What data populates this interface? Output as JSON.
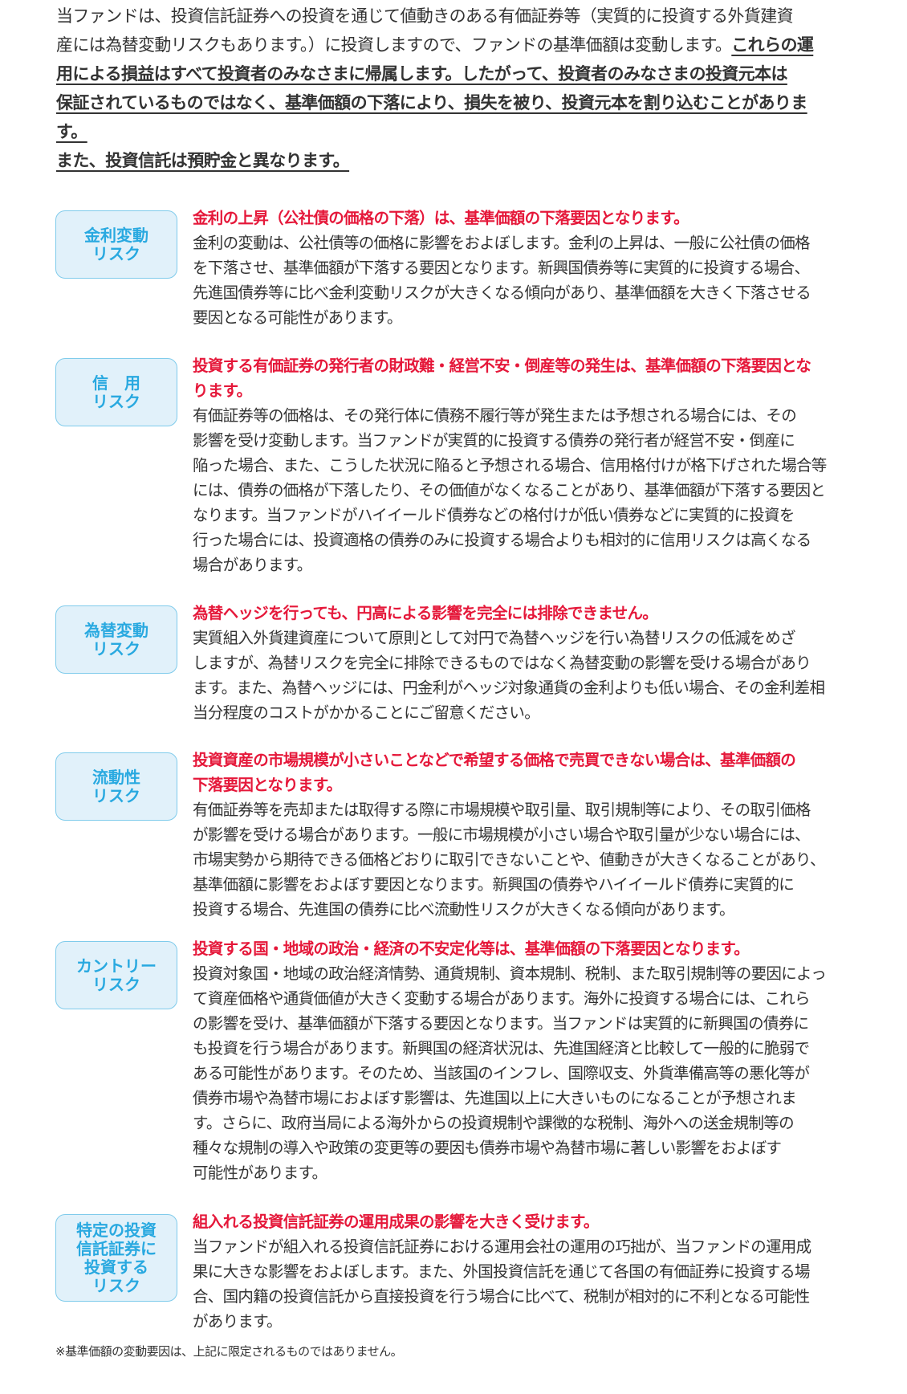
{
  "intro": {
    "lines": [
      [
        {
          "t": "当ファンドは、投資信託証券への投資を通じて値動きのある有価証券等（実質的に投資する外貨建資",
          "u": false
        }
      ],
      [
        {
          "t": "産には為替変動リスクもあります。）に投資しますので、ファンドの基準価額は変動します。",
          "u": false
        },
        {
          "t": "これらの運",
          "u": true
        }
      ],
      [
        {
          "t": "用による損益はすべて投資者のみなさまに帰属します。したがって、投資者のみなさまの投資元本は",
          "u": true
        }
      ],
      [
        {
          "t": "保証されているものではなく、基準価額の下落により、損失を被り、投資元本を割り込むことがありま",
          "u": true
        }
      ],
      [
        {
          "t": "す。",
          "u": true
        }
      ],
      [
        {
          "t": "また、投資信託は預貯金と異なります。",
          "u": true
        }
      ]
    ]
  },
  "risks": [
    {
      "badge": [
        "金利変動",
        "リスク"
      ],
      "title": [
        "金利の上昇（公社債の価格の下落）は、基準価額の下落要因となります。"
      ],
      "body": [
        "金利の変動は、公社債等の価格に影響をおよぼします。金利の上昇は、一般に公社債の価格",
        "を下落させ、基準価額が下落する要因となります。新興国債券等に実質的に投資する場合、",
        "先進国債券等に比べ金利変動リスクが大きくなる傾向があり、基準価額を大きく下落させる",
        "要因となる可能性があります。"
      ]
    },
    {
      "badge": [
        "信　用",
        "リスク"
      ],
      "title": [
        "投資する有価証券の発行者の財政難・経営不安・倒産等の発生は、基準価額の下落要因とな",
        "ります。"
      ],
      "body": [
        "有価証券等の価格は、その発行体に債務不履行等が発生または予想される場合には、その",
        "影響を受け変動します。当ファンドが実質的に投資する債券の発行者が経営不安・倒産に",
        "陥った場合、また、こうした状況に陥ると予想される場合、信用格付けが格下げされた場合等",
        "には、債券の価格が下落したり、その価値がなくなることがあり、基準価額が下落する要因と",
        "なります。当ファンドがハイイールド債券などの格付けが低い債券などに実質的に投資を",
        "行った場合には、投資適格の債券のみに投資する場合よりも相対的に信用リスクは高くなる",
        "場合があります。"
      ]
    },
    {
      "badge": [
        "為替変動",
        "リスク"
      ],
      "title": [
        "為替ヘッジを行っても、円高による影響を完全には排除できません。"
      ],
      "body": [
        "実質組入外貨建資産について原則として対円で為替ヘッジを行い為替リスクの低減をめざ",
        "しますが、為替リスクを完全に排除できるものではなく為替変動の影響を受ける場合があり",
        "ます。また、為替ヘッジには、円金利がヘッジ対象通貨の金利よりも低い場合、その金利差相",
        "当分程度のコストがかかることにご留意ください。"
      ]
    },
    {
      "badge": [
        "流動性",
        "リスク"
      ],
      "title": [
        "投資資産の市場規模が小さいことなどで希望する価格で売買できない場合は、基準価額の",
        "下落要因となります。"
      ],
      "body": [
        "有価証券等を売却または取得する際に市場規模や取引量、取引規制等により、その取引価格",
        "が影響を受ける場合があります。一般に市場規模が小さい場合や取引量が少ない場合には、",
        "市場実勢から期待できる価格どおりに取引できないことや、値動きが大きくなることがあり、",
        "基準価額に影響をおよぼす要因となります。新興国の債券やハイイールド債券に実質的に",
        "投資する場合、先進国の債券に比べ流動性リスクが大きくなる傾向があります。"
      ]
    },
    {
      "badge": [
        "カントリー",
        "リスク"
      ],
      "title": [
        "投資する国・地域の政治・経済の不安定化等は、基準価額の下落要因となります。"
      ],
      "body": [
        "投資対象国・地域の政治経済情勢、通貨規制、資本規制、税制、また取引規制等の要因によっ",
        "て資産価格や通貨価値が大きく変動する場合があります。海外に投資する場合には、これら",
        "の影響を受け、基準価額が下落する要因となります。当ファンドは実質的に新興国の債券に",
        "も投資を行う場合があります。新興国の経済状況は、先進国経済と比較して一般的に脆弱で",
        "ある可能性があります。そのため、当該国のインフレ、国際収支、外貨準備高等の悪化等が",
        "債券市場や為替市場におよぼす影響は、先進国以上に大きいものになることが予想されま",
        "す。さらに、政府当局による海外からの投資規制や課徴的な税制、海外への送金規制等の",
        "種々な規制の導入や政策の変更等の要因も債券市場や為替市場に著しい影響をおよぼす",
        "可能性があります。"
      ]
    },
    {
      "badge": [
        "特定の投資",
        "信託証券に",
        "投資する",
        "リスク"
      ],
      "title": [
        "組入れる投資信託証券の運用成果の影響を大きく受けます。"
      ],
      "body": [
        "当ファンドが組入れる投資信託証券における運用会社の運用の巧拙が、当ファンドの運用成",
        "果に大きな影響をおよぼします。また、外国投資信託を通じて各国の有価証券に投資する場",
        "合、国内籍の投資信託から直接投資を行う場合に比べて、税制が相対的に不利となる可能性",
        "があります。"
      ]
    }
  ],
  "footnote": "※基準価額の変動要因は、上記に限定されるものではありません。"
}
